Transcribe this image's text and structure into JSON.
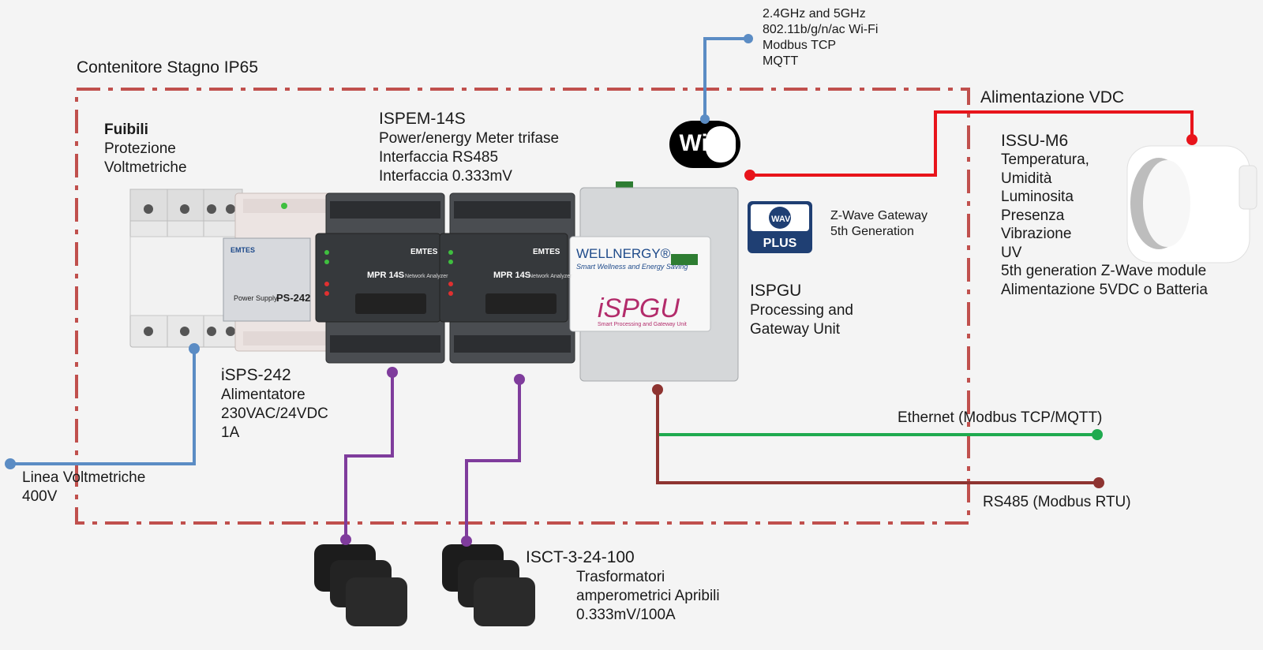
{
  "enclosure": {
    "title": "Contenitore Stagno IP65",
    "border_color": "#c0504d"
  },
  "wifi": {
    "logo_text": "WiFi",
    "lines": [
      "2.4GHz and 5GHz",
      "802.11b/g/n/ac Wi-Fi",
      "Modbus TCP",
      "MQTT"
    ]
  },
  "power_supply_label": "Alimentazione VDC",
  "fuses": {
    "title": "Fuibili",
    "lines": [
      "Protezione",
      "Voltmetriche"
    ]
  },
  "ispem": {
    "title": "ISPEM-14S",
    "lines": [
      "Power/energy Meter trifase",
      "Interfaccia RS485",
      "Interfaccia 0.333mV"
    ]
  },
  "zwave": {
    "logo_top": "Z WAVE",
    "logo_bottom": "PLUS",
    "lines": [
      "Z-Wave Gateway",
      "5th Generation"
    ]
  },
  "issu": {
    "title": "ISSU-M6",
    "lines": [
      "Temperatura,",
      "Umidità",
      "Luminosita",
      "Presenza",
      "Vibrazione",
      "UV",
      "5th generation Z-Wave module",
      "Alimentazione 5VDC o Batteria"
    ]
  },
  "ispgu": {
    "title": "ISPGU",
    "lines": [
      "Processing and",
      "Gateway Unit"
    ],
    "brand": "WELLNERGY®",
    "brand_sub": "Smart Wellness and Energy Saving",
    "logo": "iSPGU",
    "logo_sub": "Smart Processing and Gateway Unit"
  },
  "isps": {
    "title": "iSPS-242",
    "lines": [
      "Alimentatore",
      "230VAC/24VDC",
      "1A"
    ],
    "device_brand": "EMTES",
    "device_label": "PS-242",
    "device_small": "Power Supply"
  },
  "meter_device": {
    "brand": "EMTES",
    "model": "MPR 14S",
    "model_sub": "Network Analyzer"
  },
  "ethernet_label": "Ethernet (Modbus TCP/MQTT)",
  "rs485_label": "RS485 (Modbus RTU)",
  "linea": {
    "title": "Linea Voltmetriche",
    "sub": "400V"
  },
  "isct": {
    "title": "ISCT-3-24-100",
    "lines": [
      "Trasformatori",
      "amperometrici Apribili",
      "0.333mV/100A"
    ]
  },
  "colors": {
    "wifi_line": "#5b8cc4",
    "power_line": "#e8141b",
    "ethernet_line": "#1faa4f",
    "rs485_line": "#8e3431",
    "ct_line": "#7f3c9c",
    "voltage_line": "#5b8cc4"
  }
}
